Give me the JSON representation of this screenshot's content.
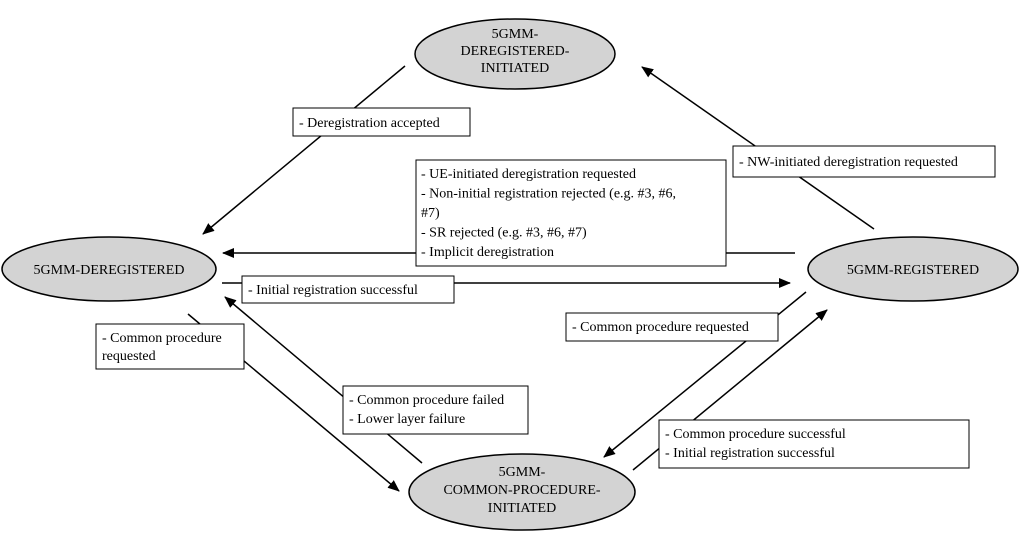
{
  "diagram": {
    "states": {
      "dereg_initiated": [
        "5GMM-",
        "DEREGISTERED-",
        "INITIATED"
      ],
      "deregistered": [
        "5GMM-DEREGISTERED"
      ],
      "registered": [
        "5GMM-REGISTERED"
      ],
      "common_proc": [
        "5GMM-",
        "COMMON-PROCEDURE-",
        "INITIATED"
      ]
    },
    "labels": {
      "dereg_accepted": [
        "- Deregistration accepted"
      ],
      "nw_initiated": [
        "- NW-initiated deregistration requested"
      ],
      "ue_initiated": [
        "- UE-initiated deregistration requested",
        "- Non-initial registration rejected (e.g. #3, #6,",
        "#7)",
        "- SR rejected (e.g. #3, #6, #7)",
        "- Implicit deregistration"
      ],
      "initial_reg": [
        "- Initial registration successful"
      ],
      "common_req_left": [
        "- Common procedure",
        "requested"
      ],
      "common_req_right": [
        "- Common procedure requested"
      ],
      "common_failed": [
        "- Common procedure failed",
        "- Lower layer failure"
      ],
      "common_success": [
        "- Common procedure successful",
        "- Initial registration successful"
      ]
    }
  }
}
